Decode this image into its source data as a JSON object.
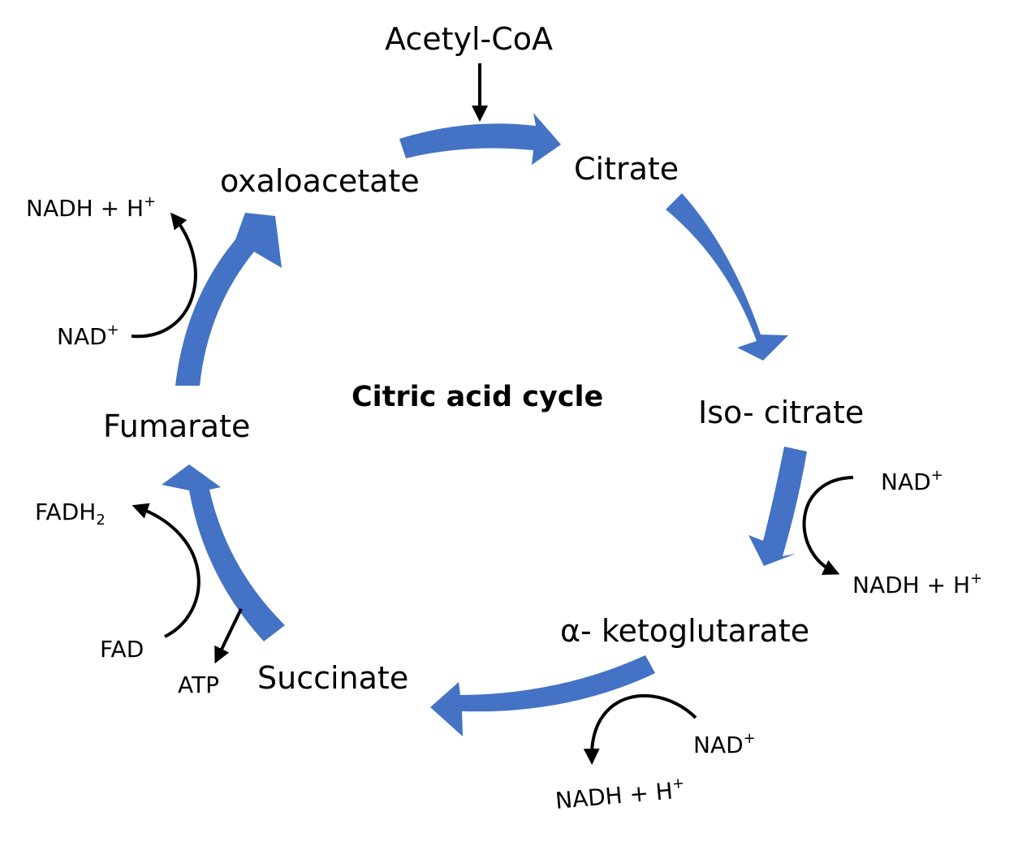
{
  "colors": {
    "cycle_arrow": "#4472C4",
    "cofactor_arrow": "#000000",
    "background": "#FFFFFF",
    "text": "#000000"
  },
  "title": "Citric acid cycle",
  "input": {
    "label": "Acetyl-CoA"
  },
  "metabolites": {
    "oxaloacetate": "oxaloacetate",
    "citrate": "Citrate",
    "isocitrate": "Iso- citrate",
    "ketoglutarate": "α- ketoglutarate",
    "succinate": "Succinate",
    "fumarate": "Fumarate"
  },
  "cofactors": {
    "isocitrate_step": {
      "in_base": "NAD",
      "in_sup": "+",
      "out_base": "NADH + H",
      "out_sup": "+"
    },
    "ketoglutarate_step": {
      "in_base": "NAD",
      "in_sup": "+",
      "out_base": "NADH + H",
      "out_sup": "+"
    },
    "succinate_step": {
      "out": "ATP"
    },
    "fumarate_step": {
      "in": "FAD",
      "out_base": "FADH",
      "out_sub": "2"
    },
    "oxaloacetate_step": {
      "in_base": "NAD",
      "in_sup": "+",
      "out_base": "NADH + H",
      "out_sup": "+"
    }
  }
}
